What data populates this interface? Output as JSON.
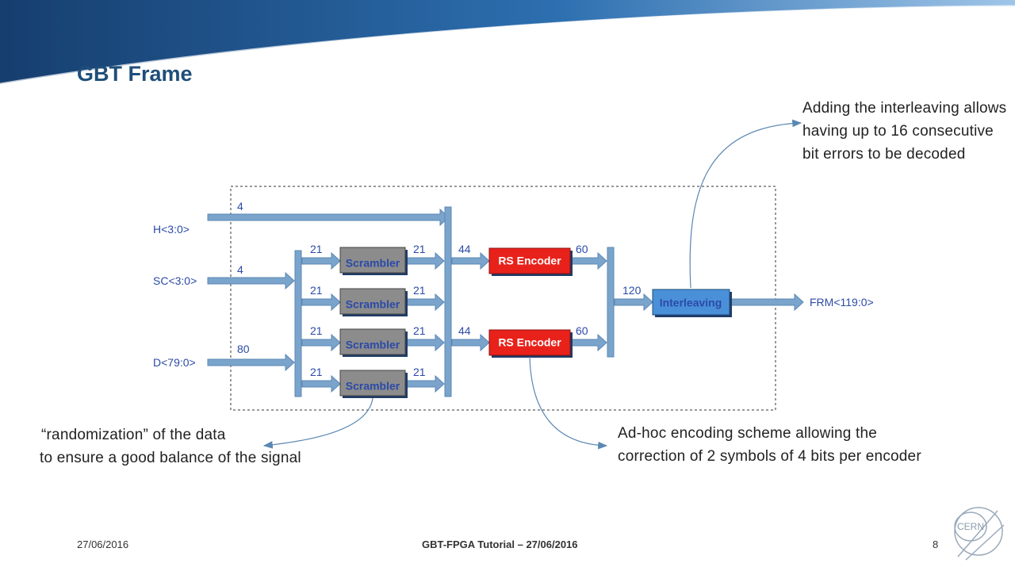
{
  "slide": {
    "title": "GBT Frame",
    "accent_color": "#1f4e79"
  },
  "diagram": {
    "inputs": [
      {
        "name": "H<3:0>",
        "width": "4"
      },
      {
        "name": "SC<3:0>",
        "width": "4"
      },
      {
        "name": "D<79:0>",
        "width": "80"
      }
    ],
    "scramblers": [
      {
        "label": "Scrambler",
        "in_width": "21",
        "out_width": "21"
      },
      {
        "label": "Scrambler",
        "in_width": "21",
        "out_width": "21"
      },
      {
        "label": "Scrambler",
        "in_width": "21",
        "out_width": "21"
      },
      {
        "label": "Scrambler",
        "in_width": "21",
        "out_width": "21"
      }
    ],
    "encoders": [
      {
        "label": "RS Encoder",
        "in_width": "44",
        "out_width": "60"
      },
      {
        "label": "RS Encoder",
        "in_width": "44",
        "out_width": "60"
      }
    ],
    "interleaver": {
      "label": "Interleaving",
      "in_width": "120"
    },
    "output": {
      "name": "FRM<119:0>"
    }
  },
  "notes": {
    "interleaving": "Adding the interleaving allows having up to 16 consecutive bit errors to be decoded",
    "scrambler_line1": "“randomization” of the data",
    "scrambler_line2": "to ensure a good balance of the signal",
    "rs_line1": "Ad-hoc encoding scheme allowing the",
    "rs_line2": "correction of 2 symbols of 4 bits per encoder"
  },
  "footer": {
    "date": "27/06/2016",
    "center": "GBT-FPGA Tutorial – 27/06/2016",
    "page": "8"
  },
  "logo": {
    "text": "CERN"
  },
  "colors": {
    "bus": "#7aa4cc",
    "bus_edge": "#5b87b3",
    "scrambler_fill": "#8c8c8c",
    "encoder_fill": "#e8221b",
    "interleaver_fill": "#4a90d9",
    "label_blue": "#2b4aa8"
  }
}
